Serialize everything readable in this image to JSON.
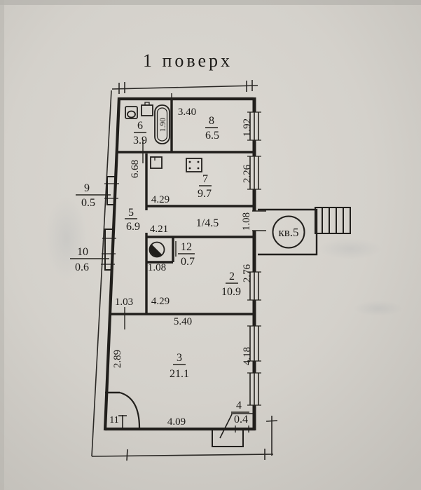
{
  "title": "1 поверх",
  "entrance": {
    "label": "кв.5"
  },
  "corridor_label": "1/4.5",
  "rooms": {
    "r2": {
      "number": "2",
      "area": "10.9"
    },
    "r3": {
      "number": "3",
      "area": "21.1"
    },
    "r4": {
      "number": "4",
      "area": "0.4"
    },
    "r5": {
      "number": "5",
      "area": "6.9"
    },
    "r6": {
      "number": "6",
      "area": "3.9"
    },
    "r7": {
      "number": "7",
      "area": "9.7"
    },
    "r8": {
      "number": "8",
      "area": "6.5"
    },
    "r9": {
      "number": "9",
      "area": "0.5"
    },
    "r10": {
      "number": "10",
      "area": "0.6"
    },
    "r11": {
      "number": "11"
    },
    "r12": {
      "number": "12",
      "area": "0.7"
    }
  },
  "dimensions": {
    "room8_width": "3.40",
    "room8_depth": "1.92",
    "bathtub_length": "1.90",
    "room7_width": "4.29",
    "room7_depth": "2.26",
    "corridor5_length": "6.68",
    "corridor1_length": "4.21",
    "entrance_opening": "1.08",
    "room12_width": "1.08",
    "room2_width": "4.29",
    "room2_depth": "2.76",
    "hall_offset": "1.03",
    "room3_width_top": "5.40",
    "room3_left": "2.89",
    "room3_right": "4.18",
    "room3_width_bottom": "4.09"
  },
  "icons": {
    "toilet": "toilet bowl symbol",
    "sink": "wash basin symbol",
    "bathtub": "bathtub symbol",
    "kitchen_sink": "kitchen sink symbol",
    "stove": "gas stove (4 burners) symbol",
    "water_heater": "half-shaded circle symbol",
    "stairs": "staircase steps symbol"
  },
  "colors": {
    "paper": "#d4d1cb",
    "ink": "#1e1c19"
  }
}
